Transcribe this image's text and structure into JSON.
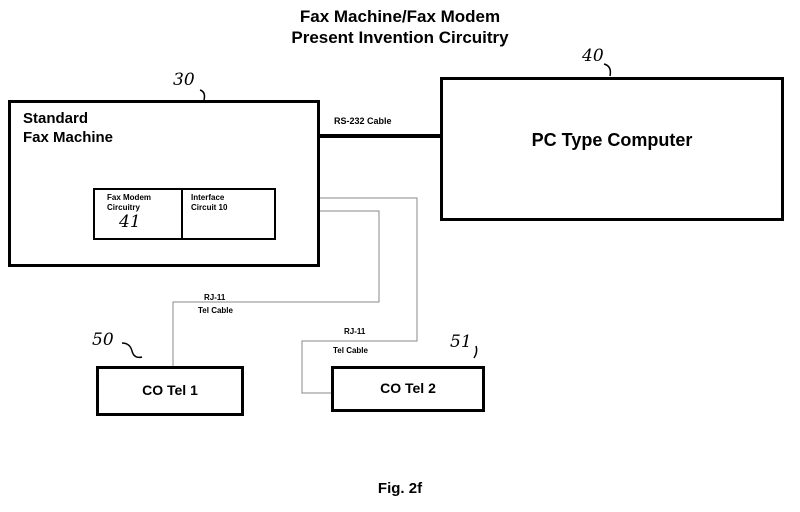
{
  "title": {
    "line1": "Fax Machine/Fax Modem",
    "line2": "Present Invention Circuitry"
  },
  "fax_machine": {
    "label_line1": "Standard",
    "label_line2": "Fax Machine",
    "ref": "30",
    "modem_line1": "Fax Modem",
    "modem_line2": "Circuitry",
    "modem_ref": "41",
    "interface_line1": "Interface",
    "interface_line2": "Circuit 10"
  },
  "computer": {
    "label": "PC Type Computer",
    "ref": "40"
  },
  "rs232_label": "RS-232 Cable",
  "cable1": {
    "line1": "RJ-11",
    "line2": "Tel Cable"
  },
  "cable2": {
    "line1": "RJ-11",
    "line2": "Tel Cable"
  },
  "co_tel_1": {
    "label": "CO Tel 1",
    "ref": "50"
  },
  "co_tel_2": {
    "label": "CO Tel 2",
    "ref": "51"
  },
  "figure_caption": "Fig. 2f"
}
